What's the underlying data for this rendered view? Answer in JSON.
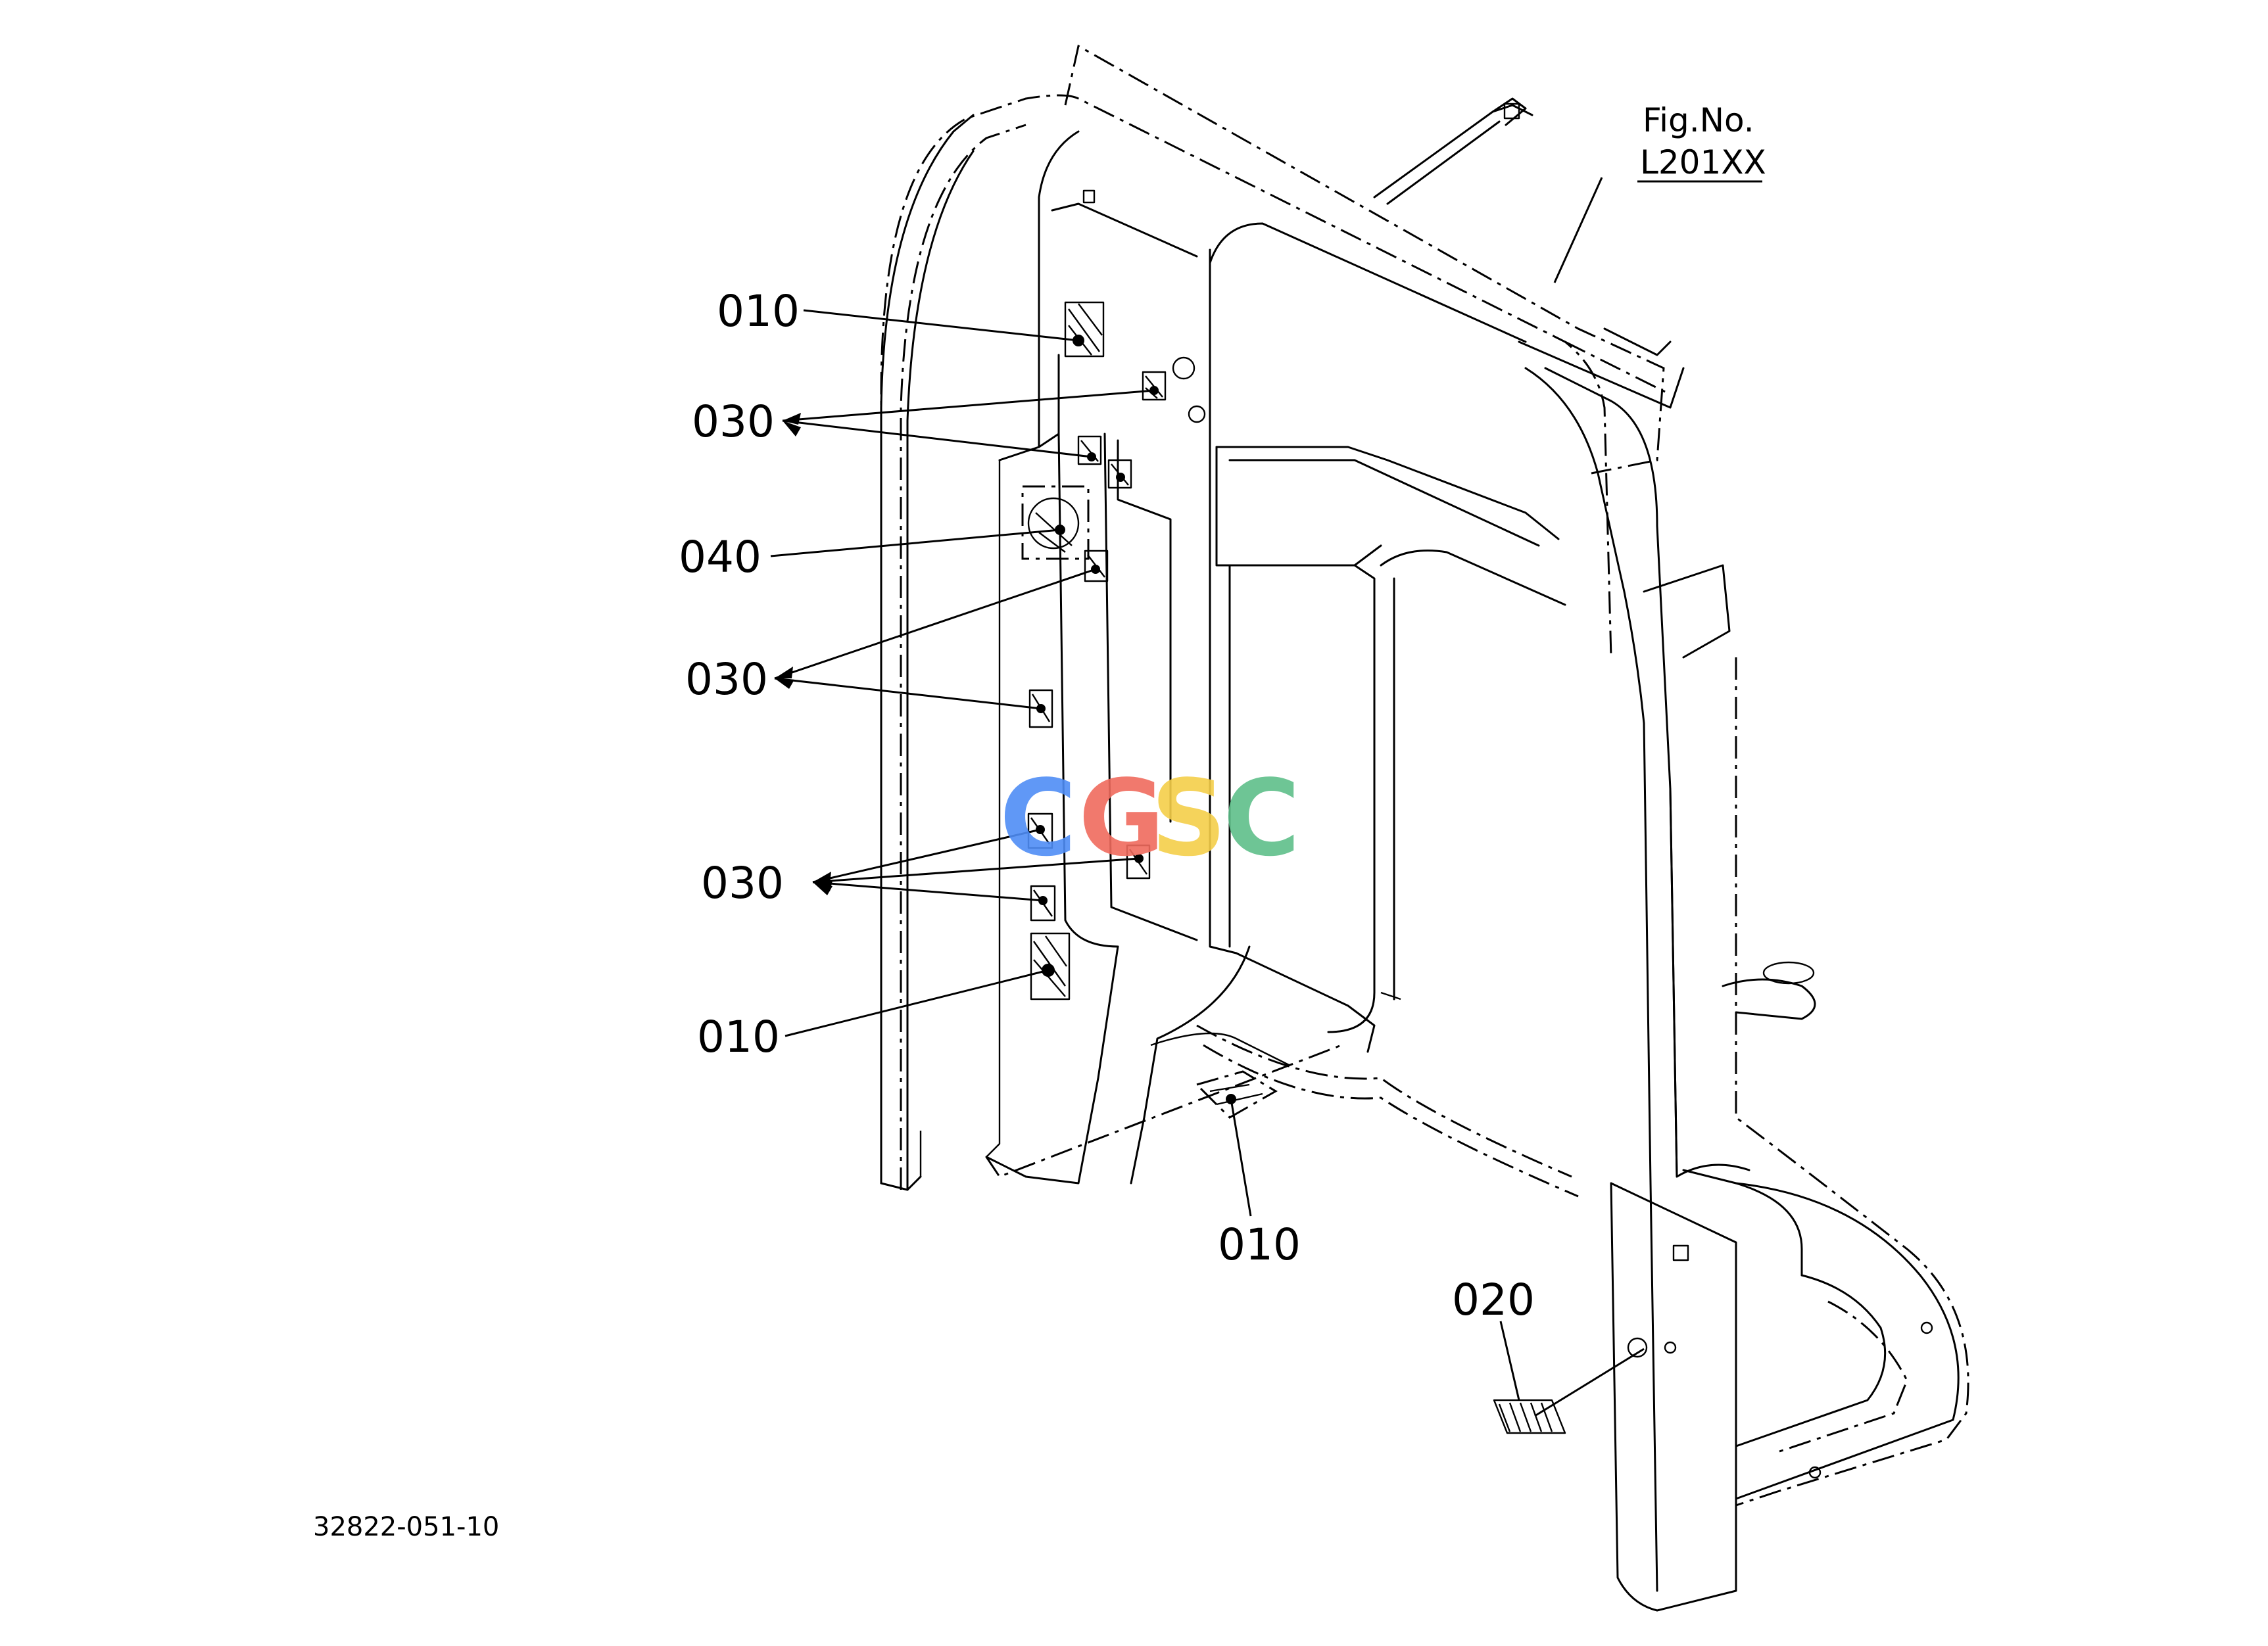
{
  "figure": {
    "fig_no_label": "Fig.No.",
    "fig_no_value": "L201XX",
    "doc_id": "32822-051-10",
    "watermark": [
      "C",
      "G",
      "S",
      "C"
    ],
    "watermark_colors": [
      "#4f8df6",
      "#f06b5e",
      "#f5cf4a",
      "#5fbf8a"
    ]
  },
  "callouts": [
    {
      "id": "010-top",
      "text": "010"
    },
    {
      "id": "030-a",
      "text": "030"
    },
    {
      "id": "040",
      "text": "040"
    },
    {
      "id": "030-b",
      "text": "030"
    },
    {
      "id": "030-c",
      "text": "030"
    },
    {
      "id": "010-mid",
      "text": "010"
    },
    {
      "id": "010-bottom",
      "text": "010"
    },
    {
      "id": "020",
      "text": "020"
    }
  ]
}
